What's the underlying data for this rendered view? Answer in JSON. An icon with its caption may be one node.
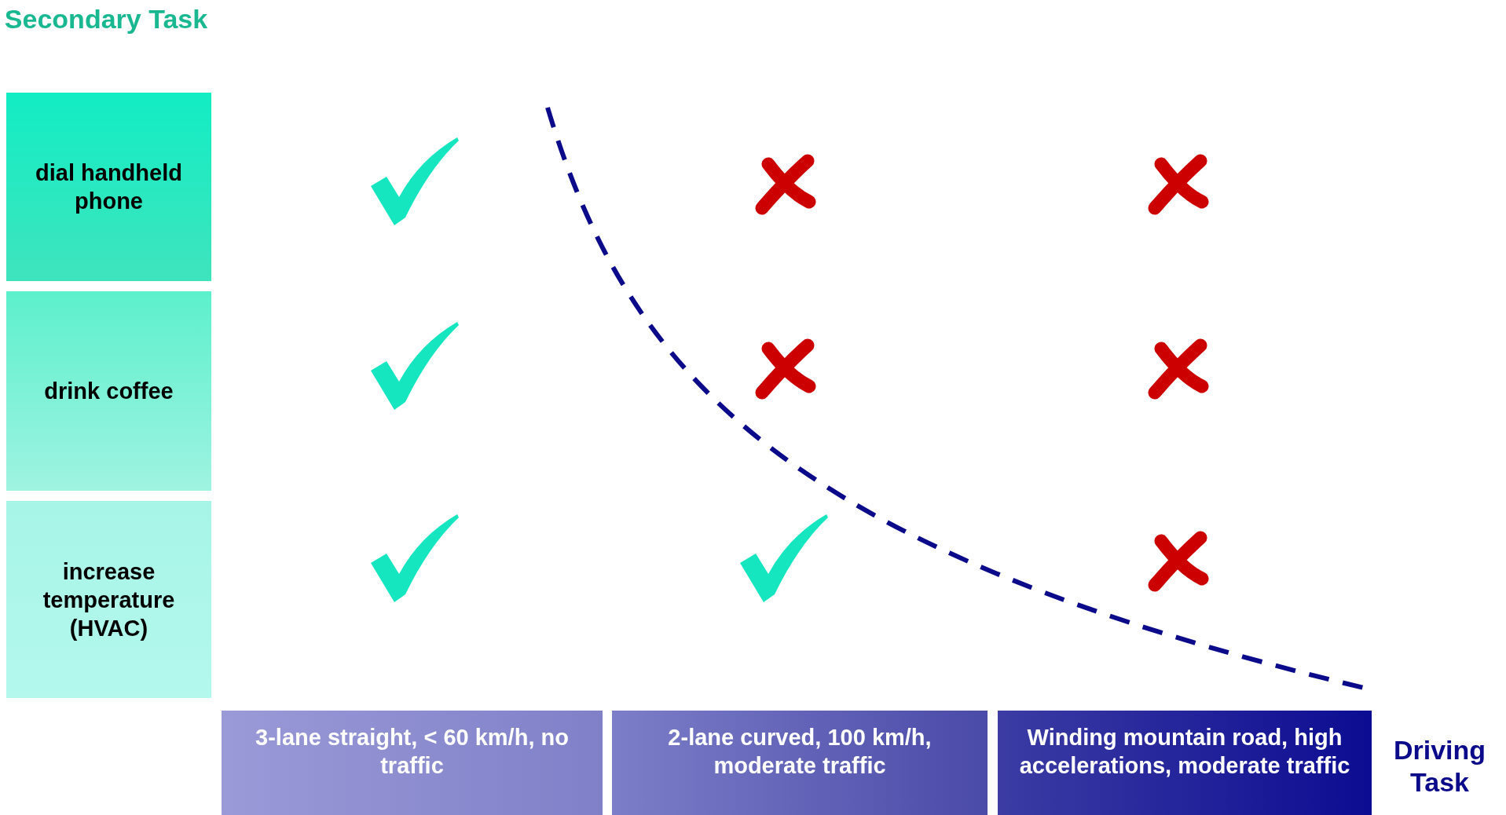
{
  "diagram": {
    "nodes": [
      {
        "text": [
          "dial handheld phone"
        ]
      },
      {
        "text": [
          "drink coffee"
        ]
      },
      {
        "text": [
          "increase temperature (HVAC)"
        ]
      },
      {
        "text": [
          "3-lane straight, < 60 km/h, no traffic"
        ]
      },
      {
        "text": [
          "2-lane curved, 100 km/h, moderate traffic"
        ]
      },
      {
        "text": [
          "Winding mountain road, high accelerations, moderate traffic"
        ]
      }
    ],
    "edges": [],
    "labels": [
      "Secondary Task",
      "Driving Task"
    ]
  }
}
